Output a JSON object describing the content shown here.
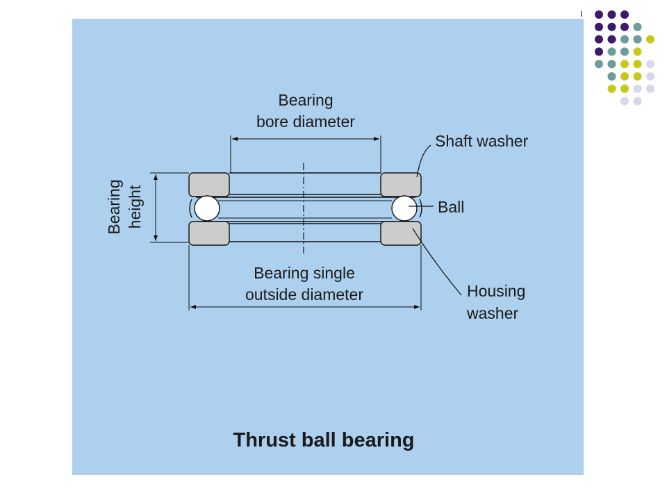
{
  "colors": {
    "panel": "#acd0ee",
    "washer": "#cccccc",
    "line": "#111111",
    "dot_purple": "#3b1a6b",
    "dot_teal": "#6e9c9c",
    "dot_yellow": "#c8c81a",
    "dot_lavender": "#d8d8ec"
  },
  "labels": {
    "bore_line1": "Bearing",
    "bore_line2": "bore diameter",
    "height_line1": "Bearing",
    "height_line2": "height",
    "shaft_washer": "Shaft washer",
    "ball": "Ball",
    "outside_line1": "Bearing single",
    "outside_line2": "outside diameter",
    "housing_line1": "Housing",
    "housing_line2": "washer",
    "title": "Thrust ball bearing"
  },
  "decor_dots": {
    "rows": [
      [
        "purple",
        "purple",
        "purple"
      ],
      [
        "purple",
        "purple",
        "purple",
        "teal"
      ],
      [
        "purple",
        "purple",
        "teal",
        "teal",
        "yellow"
      ],
      [
        "purple",
        "teal",
        "teal",
        "yellow"
      ],
      [
        "teal",
        "teal",
        "yellow",
        "yellow",
        "lavender"
      ],
      [
        "teal",
        "yellow",
        "yellow",
        "lavender"
      ],
      [
        "yellow",
        "yellow",
        "lavender",
        "lavender"
      ],
      [
        "lavender",
        "lavender"
      ]
    ]
  }
}
